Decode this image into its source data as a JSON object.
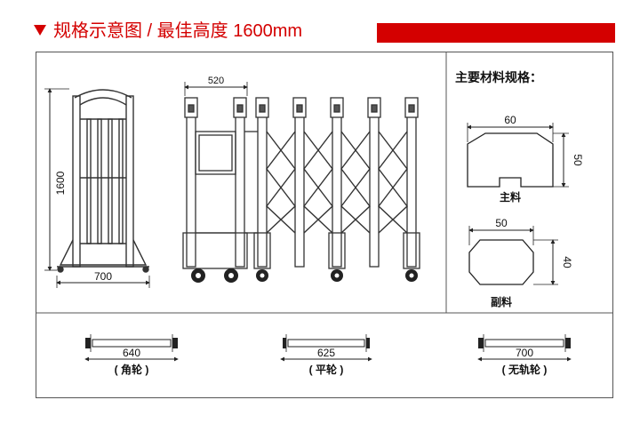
{
  "header": {
    "title": "规格示意图 / 最佳高度 1600mm",
    "accent_color": "#d40000"
  },
  "gate": {
    "height_dim": "1600",
    "width_dim": "700",
    "module_dim": "520"
  },
  "materials": {
    "title": "主要材料规格：",
    "main": {
      "width": "60",
      "height": "50",
      "label": "主料"
    },
    "sub": {
      "width": "50",
      "height": "40",
      "label": "副料"
    }
  },
  "wheels": [
    {
      "dim": "640",
      "label": "( 角轮 )"
    },
    {
      "dim": "625",
      "label": "( 平轮 )"
    },
    {
      "dim": "700",
      "label": "( 无轨轮 )"
    }
  ]
}
